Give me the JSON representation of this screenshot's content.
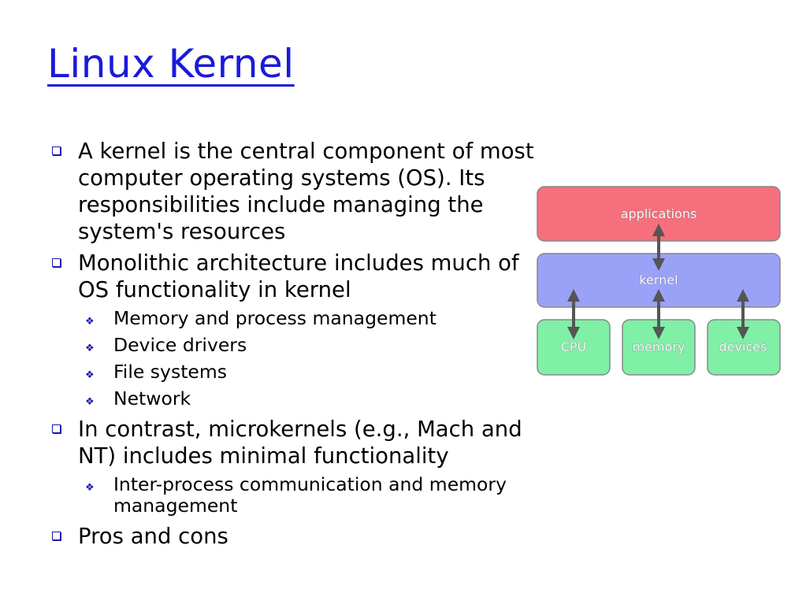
{
  "slide": {
    "title": "Linux Kernel",
    "bullets": [
      {
        "text": "A kernel is the central component of most computer operating systems (OS). Its responsibilities include managing the system's resources",
        "subs": []
      },
      {
        "text": "Monolithic architecture includes much of OS functionality in kernel",
        "subs": [
          "Memory and process management",
          "Device drivers",
          "File systems",
          "Network"
        ]
      },
      {
        "text": "In contrast, microkernels (e.g., Mach and NT) includes minimal functionality",
        "subs": [
          "Inter-process communication and memory management"
        ]
      },
      {
        "text": "Pros and cons",
        "subs": []
      }
    ]
  },
  "diagram": {
    "applications_label": "applications",
    "kernel_label": "kernel",
    "cpu_label": "CPU",
    "memory_label": "memory",
    "devices_label": "devices",
    "colors": {
      "applications": "#f5707c",
      "kernel": "#9aa2f8",
      "hardware": "#7ff0a6",
      "arrows": "#555555"
    }
  }
}
